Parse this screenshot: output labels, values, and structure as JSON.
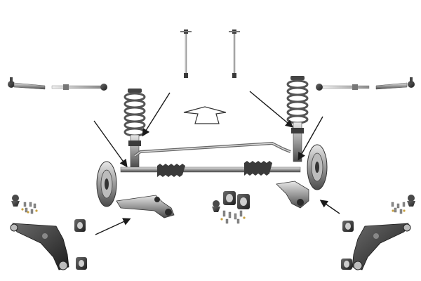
{
  "colors": {
    "background": "#ffffff",
    "metal_dark": "#2b2b2b",
    "metal_mid": "#7a7a7a",
    "metal_light": "#c9c9c9",
    "spring": "#555555",
    "arrow": "#1a1a1a"
  },
  "parts": [
    "stabilizer-link",
    "tie-rod-end",
    "inner-tie-rod",
    "coil-spring",
    "shock-absorber",
    "anti-roll-bar",
    "steering-rack-boot",
    "wheel-hub",
    "lower-control-arm",
    "ball-joint",
    "bushing",
    "bolt-kit"
  ],
  "icons": {
    "direction": "up-arrow-outline-icon",
    "pointer": "pointer-arrow-icon"
  }
}
